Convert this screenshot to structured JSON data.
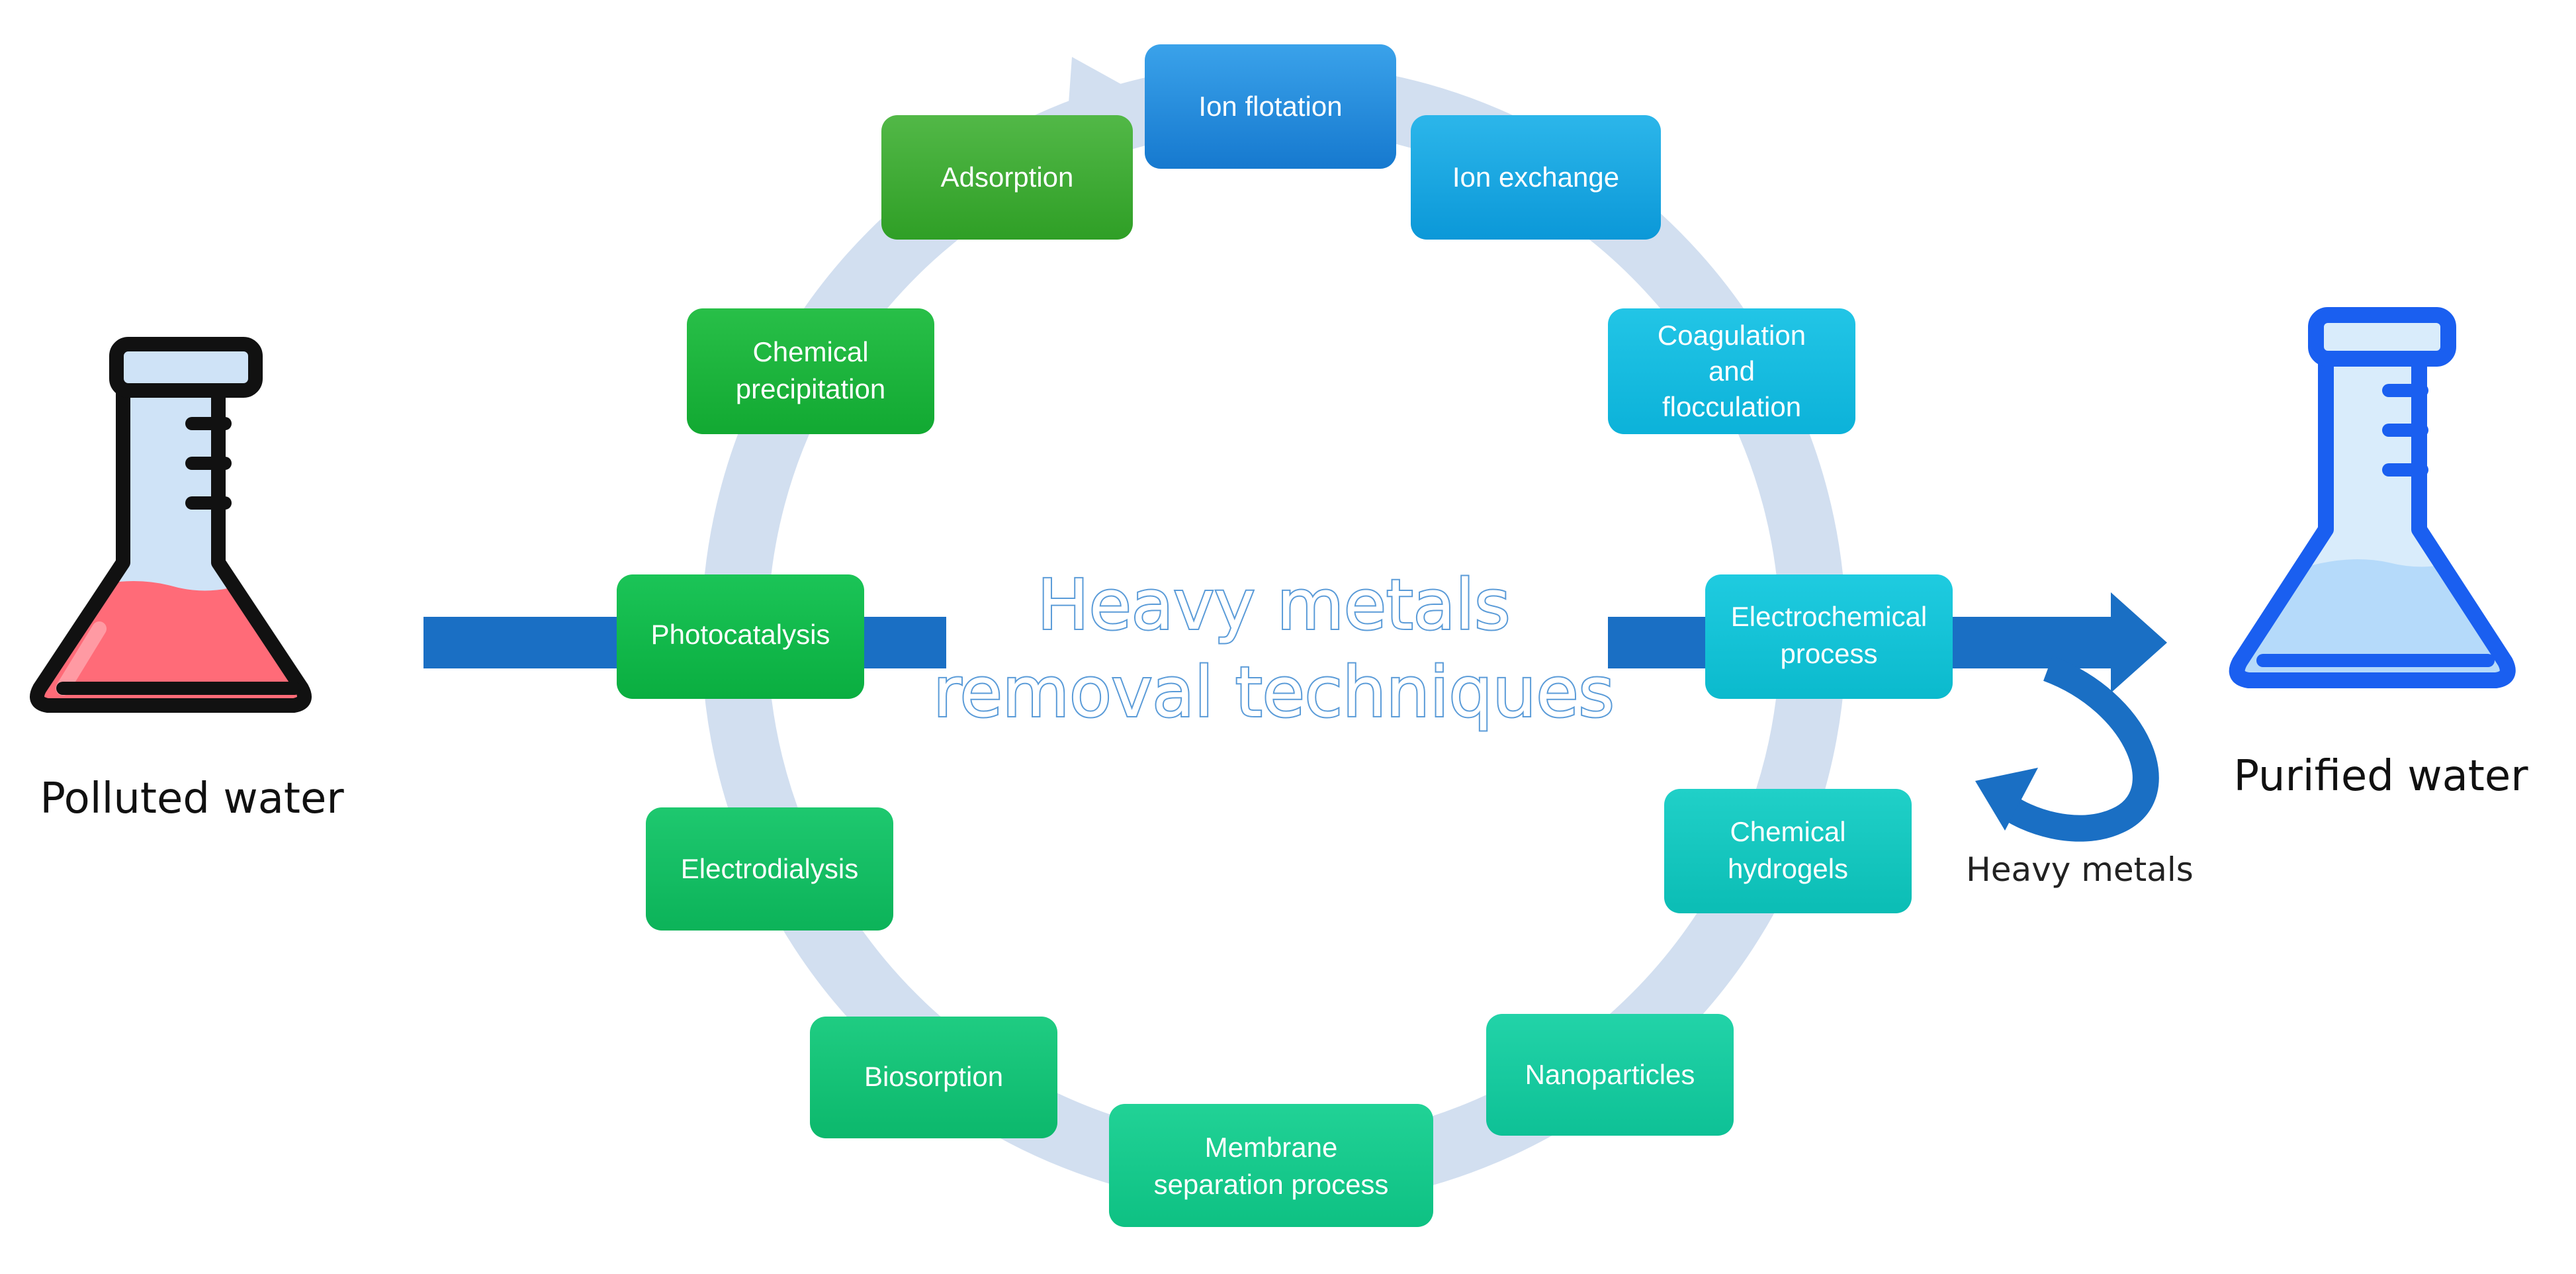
{
  "title": {
    "line1": "Heavy metals",
    "line2": "removal techniques"
  },
  "inputs": {
    "polluted_label": "Polluted water",
    "purified_label": "Purified water",
    "heavy_metals_label": "Heavy metals"
  },
  "techniques": [
    {
      "id": "ion-flotation",
      "lines": [
        "Ion flotation"
      ]
    },
    {
      "id": "ion-exchange",
      "lines": [
        "Ion exchange"
      ]
    },
    {
      "id": "coagulation-and-flocculation",
      "lines": [
        "Coagulation",
        "and",
        "flocculation"
      ]
    },
    {
      "id": "electrochemical-process",
      "lines": [
        "Electrochemical",
        "process"
      ]
    },
    {
      "id": "chemical-hydrogels",
      "lines": [
        "Chemical",
        "hydrogels"
      ]
    },
    {
      "id": "nanoparticles",
      "lines": [
        "Nanoparticles"
      ]
    },
    {
      "id": "membrane-separation-process",
      "lines": [
        "Membrane",
        "separation process"
      ]
    },
    {
      "id": "biosorption",
      "lines": [
        "Biosorption"
      ]
    },
    {
      "id": "electrodialysis",
      "lines": [
        "Electrodialysis"
      ]
    },
    {
      "id": "photocatalysis",
      "lines": [
        "Photocatalysis"
      ]
    },
    {
      "id": "chemical-precipitation",
      "lines": [
        "Chemical",
        "precipitation"
      ]
    },
    {
      "id": "adsorption",
      "lines": [
        "Adsorption"
      ]
    }
  ],
  "colors": {
    "cycle_ring": "#d2dff0",
    "flow_arrow": "#1a6fc4",
    "polluted_liquid": "#ff6b78",
    "purified_liquid": "#b5dafa",
    "purified_outline": "#1a5ff0",
    "title_outline": "#5a9bd8"
  }
}
